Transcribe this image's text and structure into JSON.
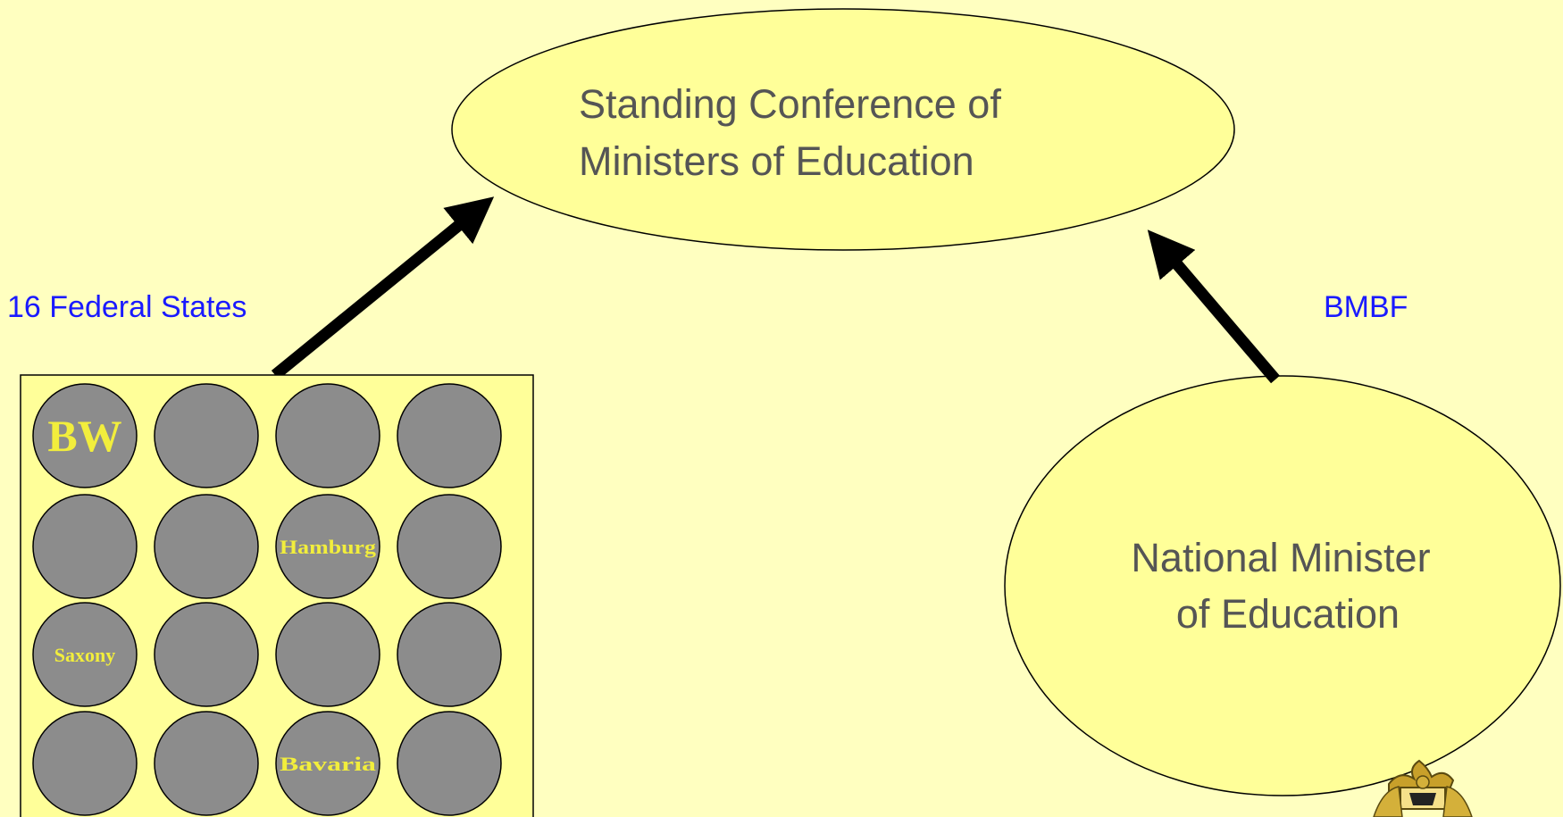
{
  "conference": {
    "line1": "Standing Conference of",
    "line2": "Ministers of Education"
  },
  "minister": {
    "line1": "National Minister",
    "line2": "of Education"
  },
  "states_label": "16 Federal States",
  "bmbf_label": "BMBF",
  "states": [
    "BW",
    "",
    "",
    "",
    "",
    "",
    "Hamburg",
    "",
    "Saxony",
    "",
    "",
    "",
    "",
    "",
    "Bavaria",
    ""
  ],
  "colors": {
    "background": "#ffffc0",
    "ellipse_fill": "#ffff99",
    "state_fill": "#8c8c8c",
    "state_label": "#f2ee3c",
    "node_text": "#555555",
    "edge_label": "#1a1aff",
    "arrow": "#000000"
  }
}
